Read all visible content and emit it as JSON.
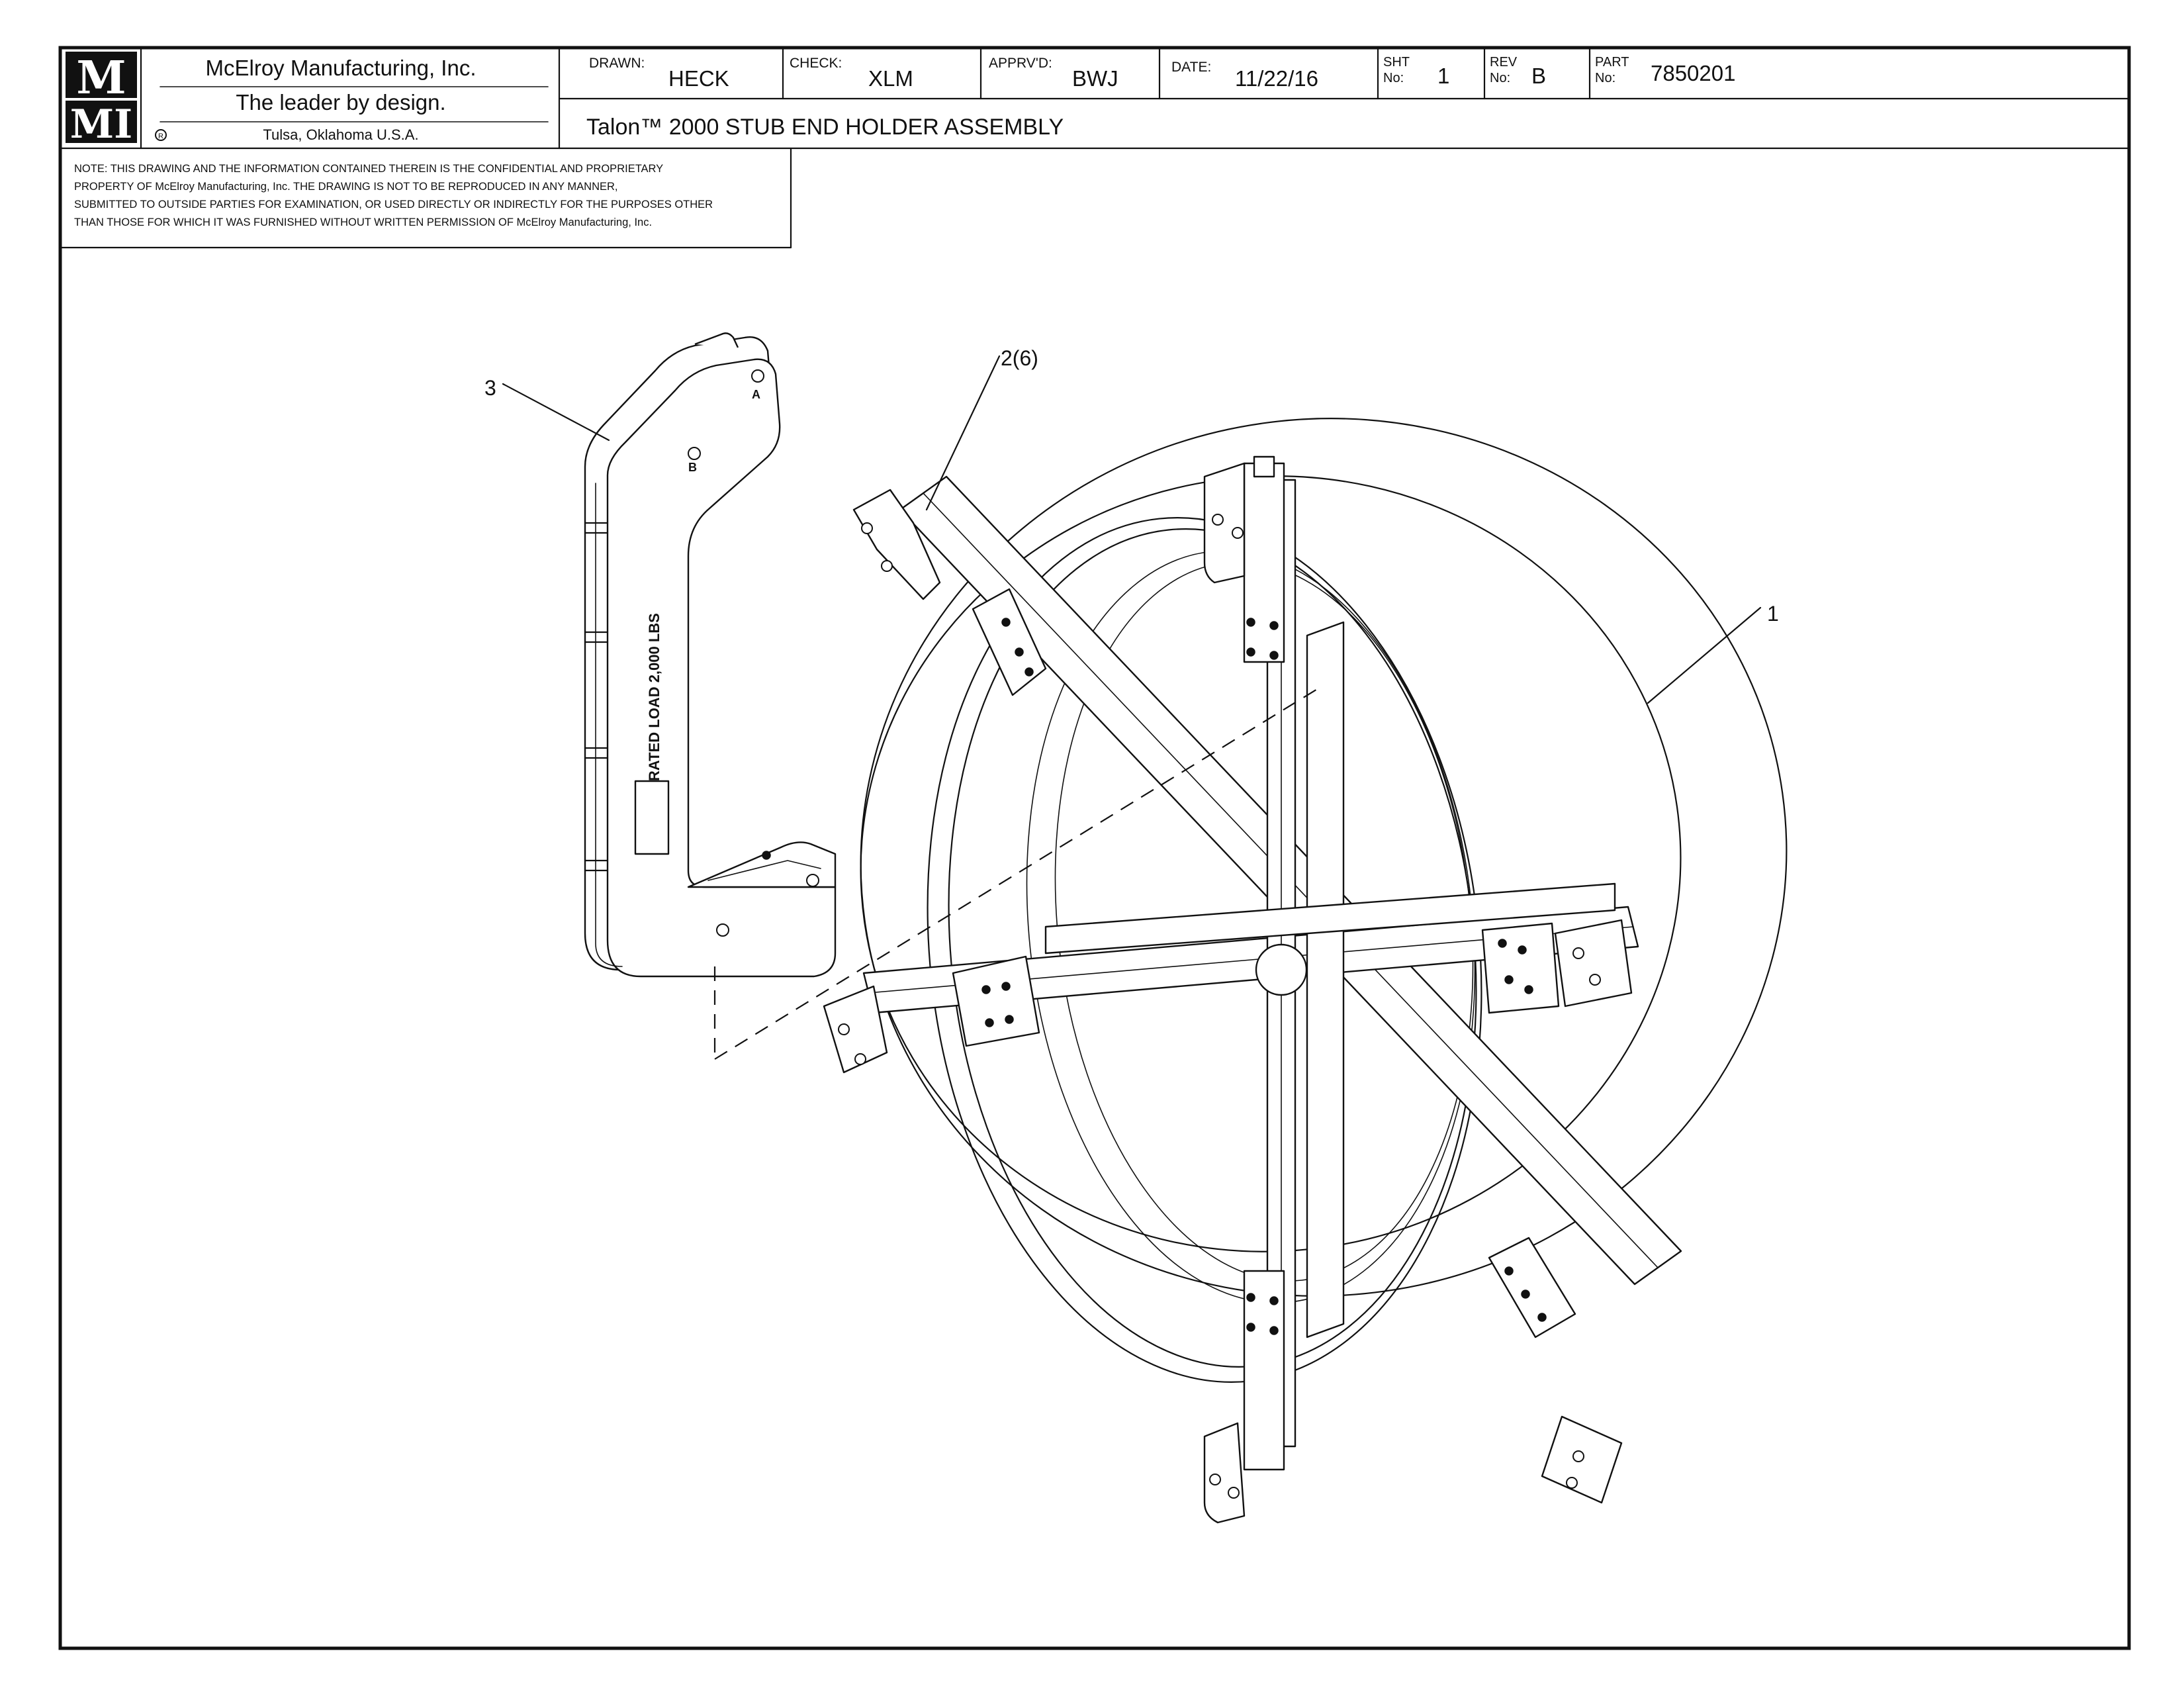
{
  "title_block": {
    "logo_text": "MMI",
    "company": "McElroy Manufacturing, Inc.",
    "tagline": "The leader by design.",
    "location": "Tulsa, Oklahoma U.S.A.",
    "drawn_label": "DRAWN:",
    "drawn_value": "HECK",
    "check_label": "CHECK:",
    "check_value": "XLM",
    "apprvd_label": "APPRV'D:",
    "apprvd_value": "BWJ",
    "date_label": "DATE:",
    "date_value": "11/22/16",
    "sht_label_1": "SHT",
    "sht_label_2": "No:",
    "sht_value": "1",
    "rev_label_1": "REV",
    "rev_label_2": "No:",
    "rev_value": "B",
    "part_label_1": "PART",
    "part_label_2": "No:",
    "part_value": "7850201",
    "drawing_title": "Talon™ 2000 STUB END HOLDER ASSEMBLY"
  },
  "note": {
    "line1": "NOTE: THIS DRAWING AND THE INFORMATION CONTAINED THEREIN IS THE CONFIDENTIAL AND PROPRIETARY",
    "line2": "PROPERTY OF McElroy Manufacturing, Inc. THE DRAWING IS NOT TO BE REPRODUCED IN ANY MANNER,",
    "line3": "SUBMITTED TO OUTSIDE PARTIES FOR EXAMINATION, OR USED DIRECTLY OR INDIRECTLY FOR THE PURPOSES OTHER",
    "line4": "THAN THOSE FOR WHICH IT WAS FURNISHED WITHOUT WRITTEN PERMISSION OF McElroy Manufacturing, Inc."
  },
  "balloons": {
    "item1": "1",
    "item2": "2(6)",
    "item3": "3"
  },
  "part_engraving": {
    "rated_load": "RATED LOAD 2,000 LBS",
    "mark_a": "A",
    "mark_b": "B"
  }
}
